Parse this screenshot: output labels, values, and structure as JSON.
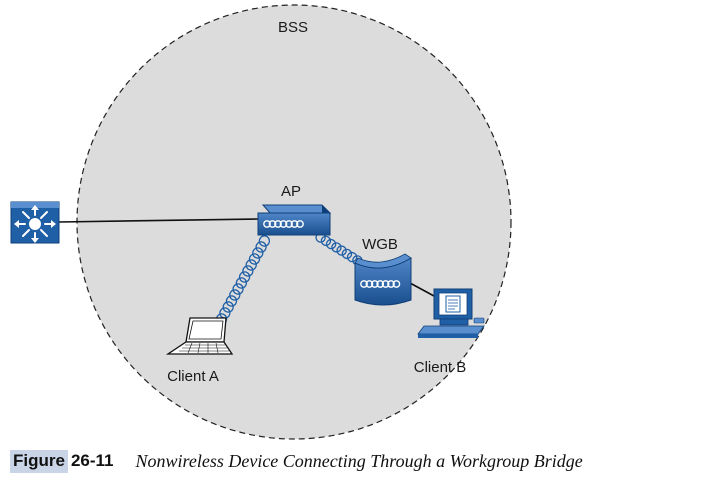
{
  "diagram": {
    "bss_label": "BSS",
    "ap_label": "AP",
    "wgb_label": "WGB",
    "client_a_label": "Client A",
    "client_b_label": "Client B"
  },
  "caption": {
    "figure_word": "Figure",
    "figure_number": "26-11",
    "title": "Nonwireless Device Connecting Through a Workgroup Bridge"
  },
  "colors": {
    "bss_fill": "#dcdcdc",
    "device_blue": "#1f5fa6",
    "device_blue_dark": "#0f3f78",
    "device_blue_light": "#5a8fcf",
    "caption_highlight": "#c9d5e6"
  },
  "icons": [
    "switch-icon",
    "access-point-icon",
    "workgroup-bridge-icon",
    "laptop-icon",
    "desktop-computer-icon"
  ]
}
